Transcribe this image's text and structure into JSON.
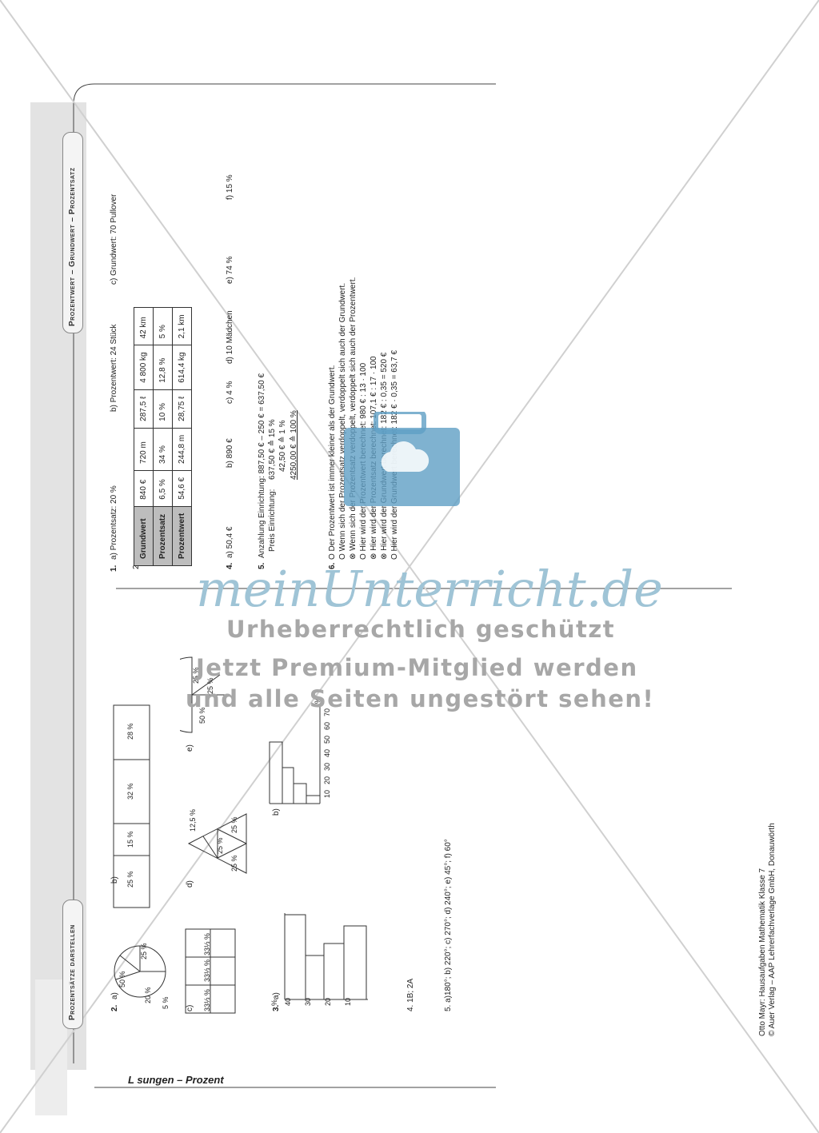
{
  "header": {
    "tab_left": "Prozentsätze darstellen",
    "tab_right": "Prozentwert – Grundwert – Prozentsatz",
    "footer_title": "L sungen – Prozent"
  },
  "credits": {
    "line1": "Otto Mayr: Hausaufgaben Mathematik Klasse 7",
    "line2": "© Auer Verlag – AAP Lehrerfachverlage GmbH, Donauwörth"
  },
  "task1": {
    "num": "1.",
    "a": "a) Prozentsatz: 20 %",
    "b": "b) Prozentwert: 24 Stück",
    "c": "c) Grundwert: 70 Pullover"
  },
  "task2": {
    "num": "2.",
    "rows": [
      {
        "label": "Grundwert",
        "cells": [
          "840 €",
          "720 m",
          "287,5 ℓ",
          "4 800 kg",
          "42 km"
        ]
      },
      {
        "label": "Prozentsatz",
        "cells": [
          "6,5 %",
          "34 %",
          "10 %",
          "12,8 %",
          "5 %"
        ]
      },
      {
        "label": "Prozentwert",
        "cells": [
          "54,6 €",
          "244,8 m",
          "28,75 ℓ",
          "614,4 kg",
          "2,1 km"
        ]
      }
    ]
  },
  "task4": {
    "num": "4.",
    "a": "a) 50,4 €",
    "b": "b) 890 €",
    "c": "c) 4 %",
    "d": "d) 10 Mädchen",
    "e": "e) 74 %",
    "f": "f) 15 %"
  },
  "task5": {
    "num": "5.",
    "line1": "Anzahlung Einrichtung: 887,50 € – 250 € = 637,50 €",
    "line2_label": "Preis Einrichtung:",
    "line2": "637,50 € ≙ 15 %",
    "line3": "42,50 € ≙ 1 %",
    "line4": "4250,00 € ≙ 100 %"
  },
  "task6": {
    "num": "6.",
    "items": [
      "O Der Prozentwert ist immer kleiner als der Grundwert.",
      "O Wenn sich der Prozentsatz verdoppelt, verdoppelt sich auch der Grundwert.",
      "⊗ Wenn sich der Prozentsatz verdoppelt, verdoppelt sich auch der Prozentwert.",
      "O Hier wird der Prozentwert berechnet: 980 € : 13 · 100",
      "⊗ Hier wird der Prozentsatz berechnet: 107,1 € : 17 · 100",
      "⊗ Hier wird der Grundwert berechnet: 182 € : 0,35 = 520 €",
      "O Hier wird der Grundwert berechnet: 182 € · 0,35 = 63,7 €"
    ]
  },
  "task2b": {
    "num": "2.",
    "a": "a)",
    "b": "b)",
    "c": "c)",
    "d": "d)",
    "e": "e)",
    "pie_a": [
      "50 %",
      "25 %",
      "20 %",
      "5 %"
    ],
    "strip_b": [
      "25 %",
      "15 %",
      "32 %",
      "28 %"
    ],
    "grid_c": [
      "33⅓ %",
      "33⅓ %",
      "33⅓ %"
    ],
    "triangle_d": [
      "12,5 %",
      "25 %",
      "25 %",
      "25 %"
    ],
    "semicircle_e": [
      "50 %",
      "25 %",
      "25 %"
    ]
  },
  "task3": {
    "num": "3.",
    "a": "a)",
    "b": "b)",
    "axis_a": [
      "%",
      "40",
      "30",
      "20",
      "10"
    ],
    "axis_b": [
      "%",
      "10",
      "20",
      "30",
      "40",
      "50",
      "60",
      "70"
    ]
  },
  "task4b": {
    "text": "4. 1B; 2A"
  },
  "task5b": {
    "text": "5. a)180°; b) 220°; c) 270°; d) 240°; e) 45°; f) 60°"
  },
  "watermark": {
    "logo": "meinUnterricht.de",
    "line1": "Urheberrechtlich geschützt",
    "line2": "Jetzt Premium-Mitglied werden",
    "line3": "und alle Seiten ungestört sehen!"
  }
}
